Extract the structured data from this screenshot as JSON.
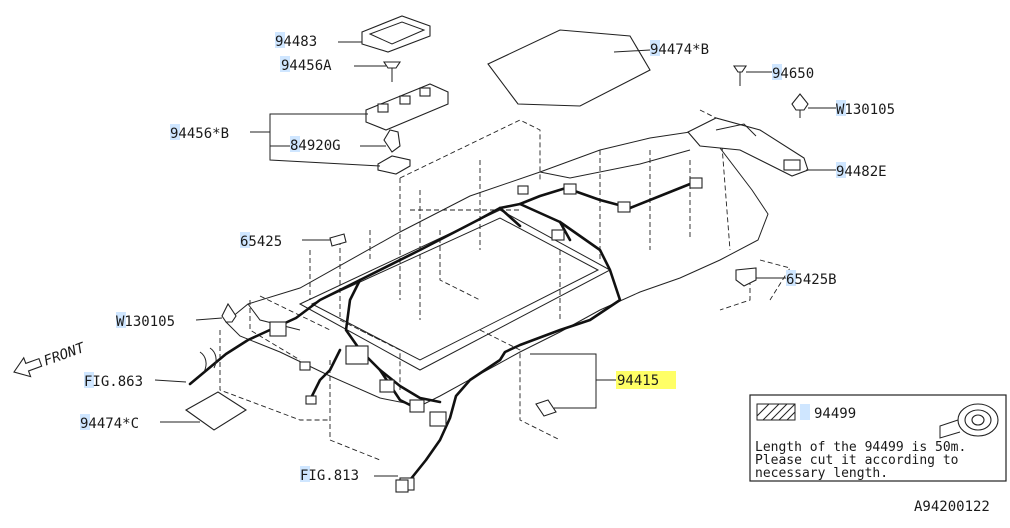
{
  "labels": {
    "p94483": "94483",
    "p94456A": "94456A",
    "p94456B": "94456*B",
    "p84920G": "84920G",
    "p94474B": "94474*B",
    "p94650": "94650",
    "pW130105_right": "W130105",
    "p94482E": "94482E",
    "p65425": "65425",
    "p65425B": "65425B",
    "pW130105_left": "W130105",
    "pFIG863": "FIG.863",
    "p94474C": "94474*C",
    "p94415": "94415",
    "pFIG813": "FIG.813",
    "front": "FRONT"
  },
  "note": {
    "part": "94499",
    "line1": "Length of the 94499 is 50m.",
    "line2": "Please cut it according to",
    "line3": "necessary length."
  },
  "diagram_code": "A94200122",
  "colors": {
    "highlight": "#cfe6ff",
    "selected_highlight": "#ffff66"
  }
}
